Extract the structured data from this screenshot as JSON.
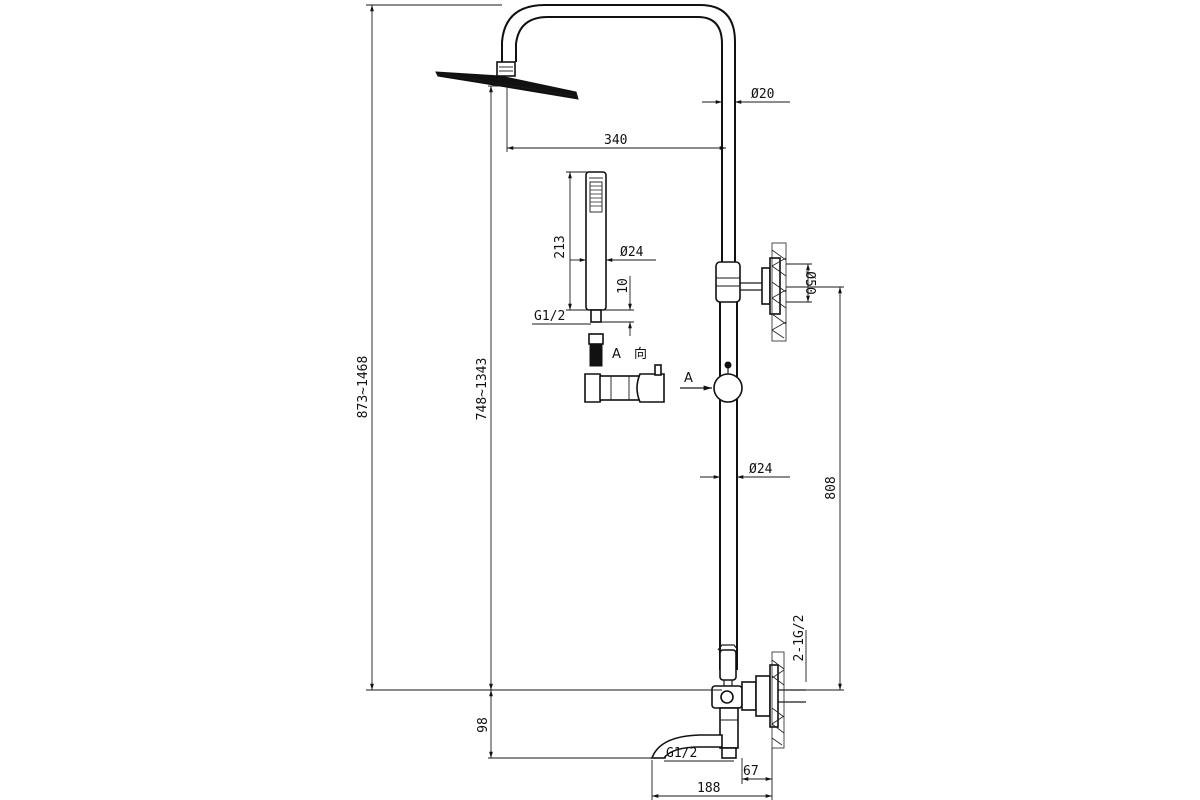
{
  "dimensions": {
    "total_height": "873~1468",
    "slide_height": "748~1343",
    "head_reach": "340",
    "pipe_top_dia": "Ø20",
    "pipe_low_dia": "Ø24",
    "flange_dia": "Ø50",
    "hand_length": "213",
    "hand_dia": "Ø24",
    "hand_neck": "10",
    "hand_thread": "G1/2",
    "bracket_height": "808",
    "inlet_thread": "2-1G/2",
    "spout_height": "98",
    "spout_thread": "G1/2",
    "wall_offset": "67",
    "spout_reach": "188"
  },
  "labels": {
    "view_a": "A",
    "view_dir": "向",
    "arrow_a": "A"
  }
}
